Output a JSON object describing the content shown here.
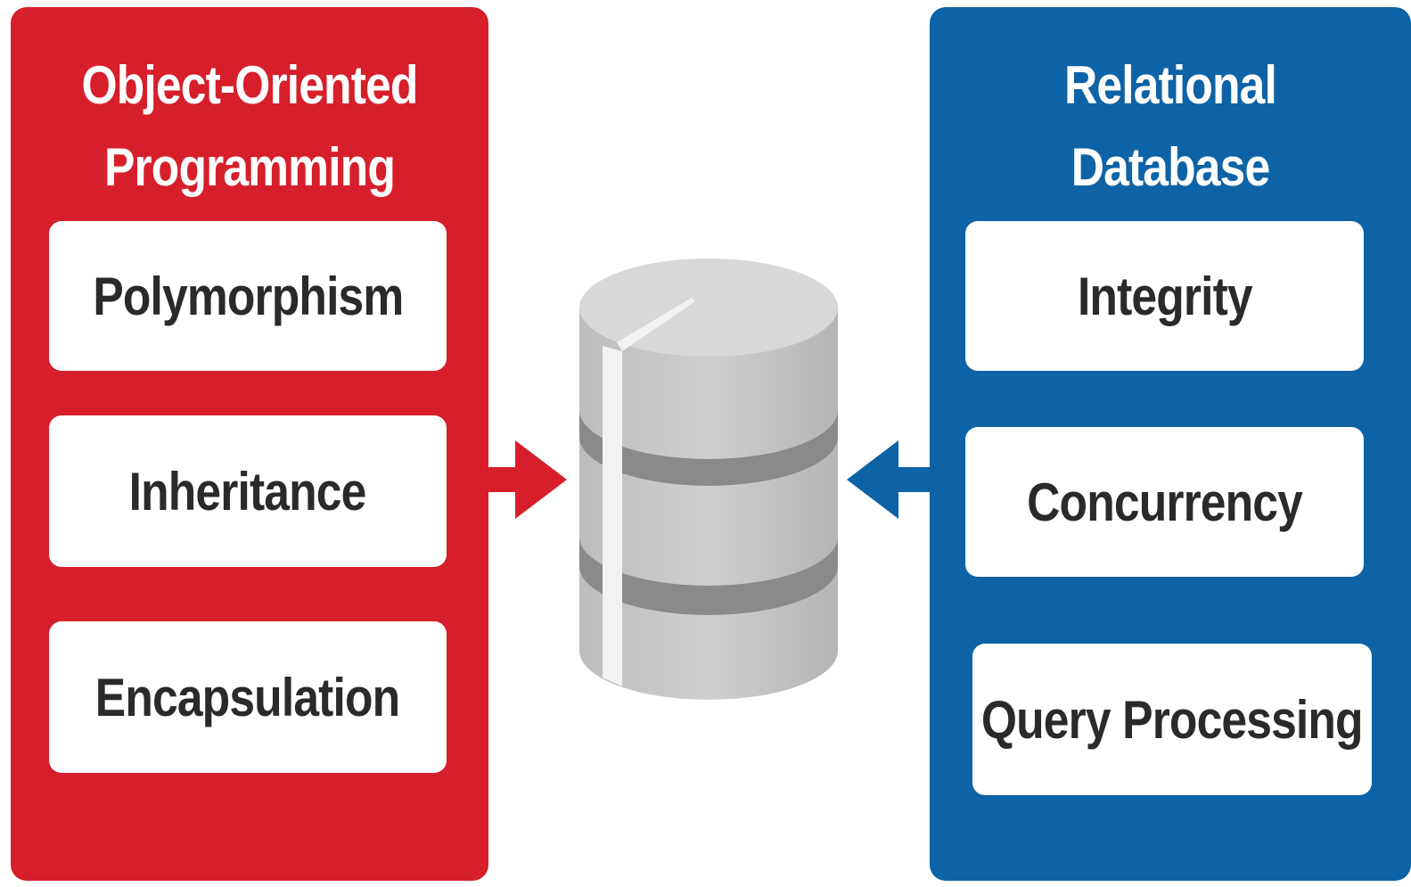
{
  "colors": {
    "oop": "#d61f2a",
    "rdb": "#0d63a5",
    "card_text": "#2a2a2a",
    "db_light": "#c7c7c7",
    "db_dark": "#8a8a8a"
  },
  "left": {
    "title_line1": "Object-Oriented",
    "title_line2": "Programming",
    "items": [
      {
        "label": "Polymorphism"
      },
      {
        "label": "Inheritance"
      },
      {
        "label": "Encapsulation"
      }
    ]
  },
  "right": {
    "title_line1": "Relational",
    "title_line2": "Database",
    "items": [
      {
        "label": "Integrity"
      },
      {
        "label": "Concurrency"
      },
      {
        "label": "Query Processing"
      }
    ]
  },
  "center": {
    "icon": "database-icon"
  }
}
